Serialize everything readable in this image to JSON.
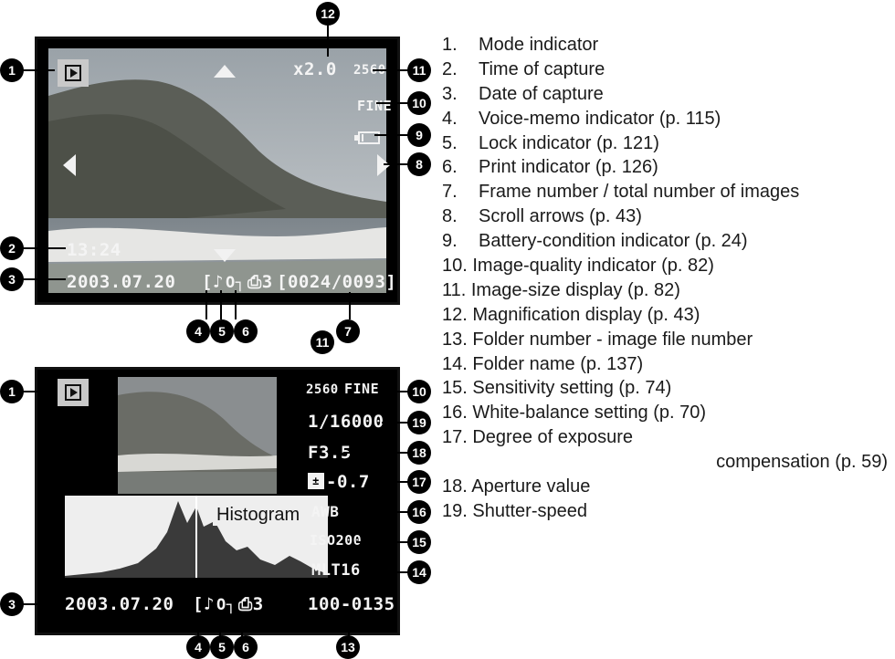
{
  "top_screen": {
    "magnification": "x2.0",
    "image_size": "2560",
    "quality": "FINE",
    "time": "13:24",
    "date": "2003.07.20",
    "frame_counter": "[0024/0093]"
  },
  "bottom_screen": {
    "image_size": "2560",
    "quality": "FINE",
    "shutter": "1/16000",
    "aperture": "F3.5",
    "exposure_comp": "-0.7",
    "white_balance": "AWB",
    "iso": "ISO200",
    "folder_name": "MLT16",
    "date": "2003.07.20",
    "file_number": "100-0135",
    "histogram_label": "Histogram"
  },
  "callouts": {
    "c1": "1",
    "c2": "2",
    "c3": "3",
    "c4": "4",
    "c5": "5",
    "c6": "6",
    "c7": "7",
    "c8": "8",
    "c9": "9",
    "c10": "10",
    "c11": "11",
    "c12": "12",
    "c13": "13",
    "c14": "14",
    "c15": "15",
    "c16": "16",
    "c17": "17",
    "c18": "18",
    "c19": "19"
  },
  "legend": [
    {
      "num": "1.",
      "text": "Mode indicator"
    },
    {
      "num": "2.",
      "text": "Time of capture"
    },
    {
      "num": "3.",
      "text": "Date of capture"
    },
    {
      "num": "4.",
      "text": "Voice-memo indicator (p. 115)"
    },
    {
      "num": "5.",
      "text": "Lock indicator (p. 121)"
    },
    {
      "num": "6.",
      "text": "Print indicator (p. 126)"
    },
    {
      "num": "7.",
      "text": "Frame number / total number of images"
    },
    {
      "num": "8.",
      "text": "Scroll arrows (p. 43)"
    },
    {
      "num": "9.",
      "text": "Battery-condition indicator (p. 24)"
    },
    {
      "num": "",
      "text": "10. Image-quality indicator (p. 82)"
    },
    {
      "num": "",
      "text": "11. Image-size display (p. 82)"
    },
    {
      "num": "",
      "text": "12. Magnification display (p. 43)"
    },
    {
      "num": "",
      "text": "13. Folder number - image file number"
    },
    {
      "num": "",
      "text": "14. Folder name (p. 137)"
    },
    {
      "num": "",
      "text": "15. Sensitivity setting (p. 74)"
    },
    {
      "num": "",
      "text": "16. White-balance setting (p. 70)"
    },
    {
      "num": "",
      "text": "17. Degree of exposure"
    },
    {
      "num": "",
      "text": "compensation (p. 59)"
    },
    {
      "num": "",
      "text": "18. Aperture value"
    },
    {
      "num": "",
      "text": "19. Shutter-speed"
    }
  ]
}
